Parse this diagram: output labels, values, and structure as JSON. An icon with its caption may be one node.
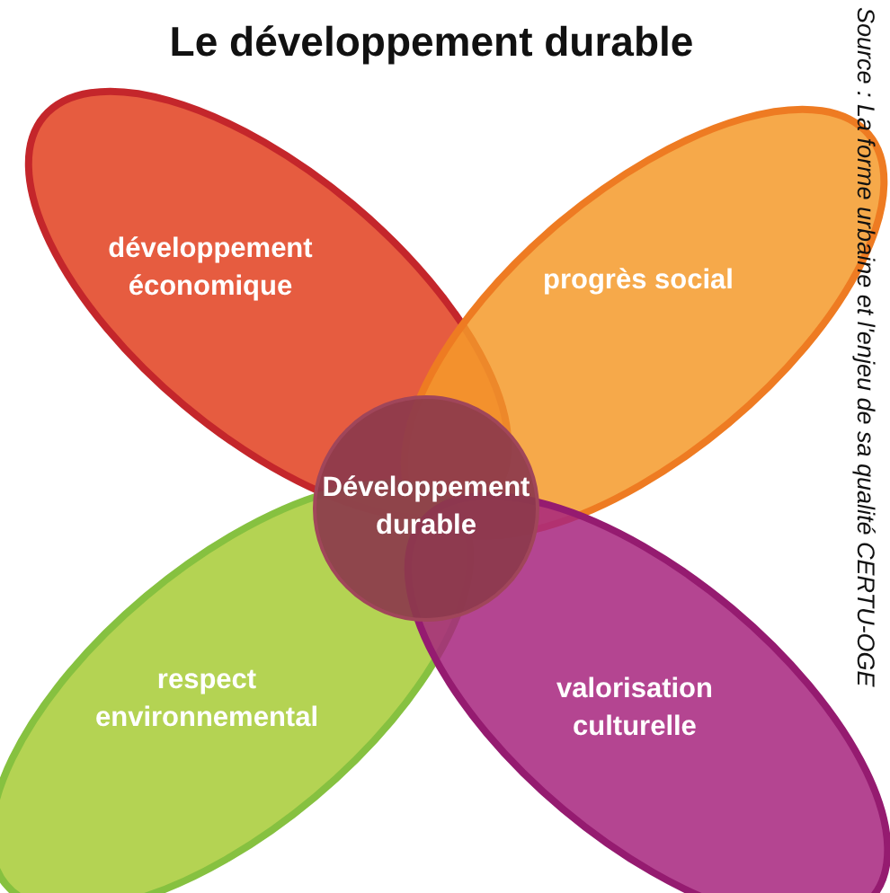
{
  "diagram": {
    "title": "Le développement durable",
    "nodes": [
      {
        "text": [
          "développement économique"
        ]
      },
      {
        "text": [
          "progrès social"
        ]
      },
      {
        "text": [
          "respect environnemental"
        ]
      },
      {
        "text": [
          "valorisation culturelle"
        ]
      },
      {
        "text": [
          "Développement durable"
        ]
      }
    ],
    "labels": [
      "Source : La forme urbaine et l'enjeu de sa qualité CERTU-OGE"
    ]
  }
}
